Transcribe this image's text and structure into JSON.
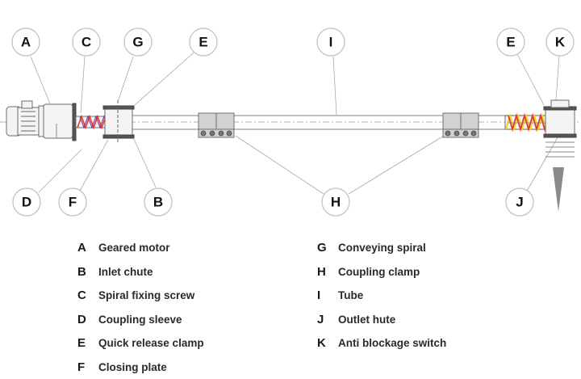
{
  "diagram": {
    "title": "Screw conveyor parts diagram",
    "callouts": {
      "A": "A",
      "C": "C",
      "G": "G",
      "E1": "E",
      "I": "I",
      "E2": "E",
      "K": "K",
      "D": "D",
      "F": "F",
      "B": "B",
      "H": "H",
      "J": "J"
    },
    "colors": {
      "spiral_primary": "#e23a2a",
      "spiral_secondary": "#f2d21e",
      "spiral_tertiary": "#4a8ad8",
      "clamp_fill": "#d2d2d2",
      "leader_line": "#a8a8a8"
    }
  },
  "legend": {
    "left": [
      {
        "letter": "A",
        "label": "Geared motor"
      },
      {
        "letter": "B",
        "label": "Inlet chute"
      },
      {
        "letter": "C",
        "label": "Spiral fixing screw"
      },
      {
        "letter": "D",
        "label": "Coupling sleeve"
      },
      {
        "letter": "E",
        "label": "Quick release clamp"
      },
      {
        "letter": "F",
        "label": "Closing plate"
      }
    ],
    "right": [
      {
        "letter": "G",
        "label": "Conveying spiral"
      },
      {
        "letter": "H",
        "label": "Coupling clamp"
      },
      {
        "letter": "I",
        "label": "Tube"
      },
      {
        "letter": "J",
        "label": "Outlet hute"
      },
      {
        "letter": "K",
        "label": "Anti blockage switch"
      }
    ]
  }
}
